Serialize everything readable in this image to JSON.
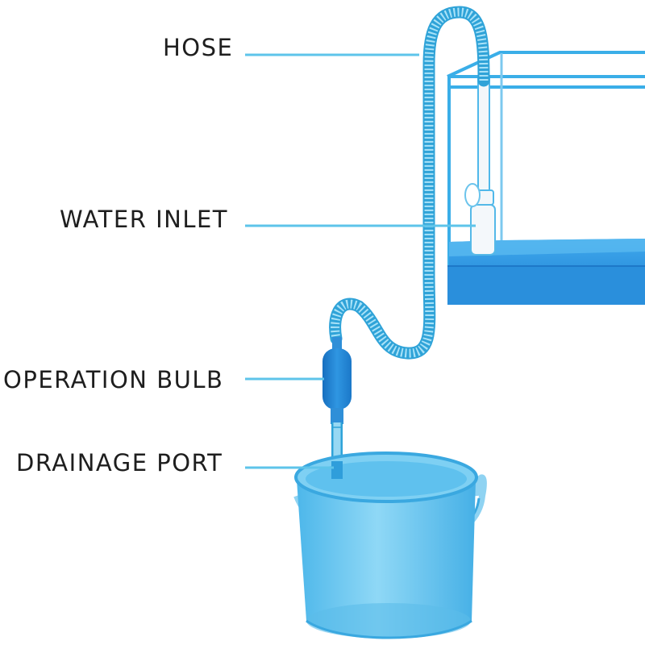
{
  "labels": {
    "hose": "HOSE",
    "water_inlet": "WATER INLET",
    "operation_bulb": "OPERATION BULB",
    "drainage_port": "DRAINAGE PORT"
  },
  "colors": {
    "accent_line": "#5ec4ea",
    "hose": "#5cc2ea",
    "hose_dark": "#2fa3d8",
    "tank_frame": "#3aaee8",
    "tank_water": "#2b97e0",
    "bulb": "#1f86d6",
    "bucket": "#62c7f0",
    "bucket_dark": "#2f9edb",
    "inlet_tube": "#f2f7fa",
    "background": "#ffffff"
  }
}
